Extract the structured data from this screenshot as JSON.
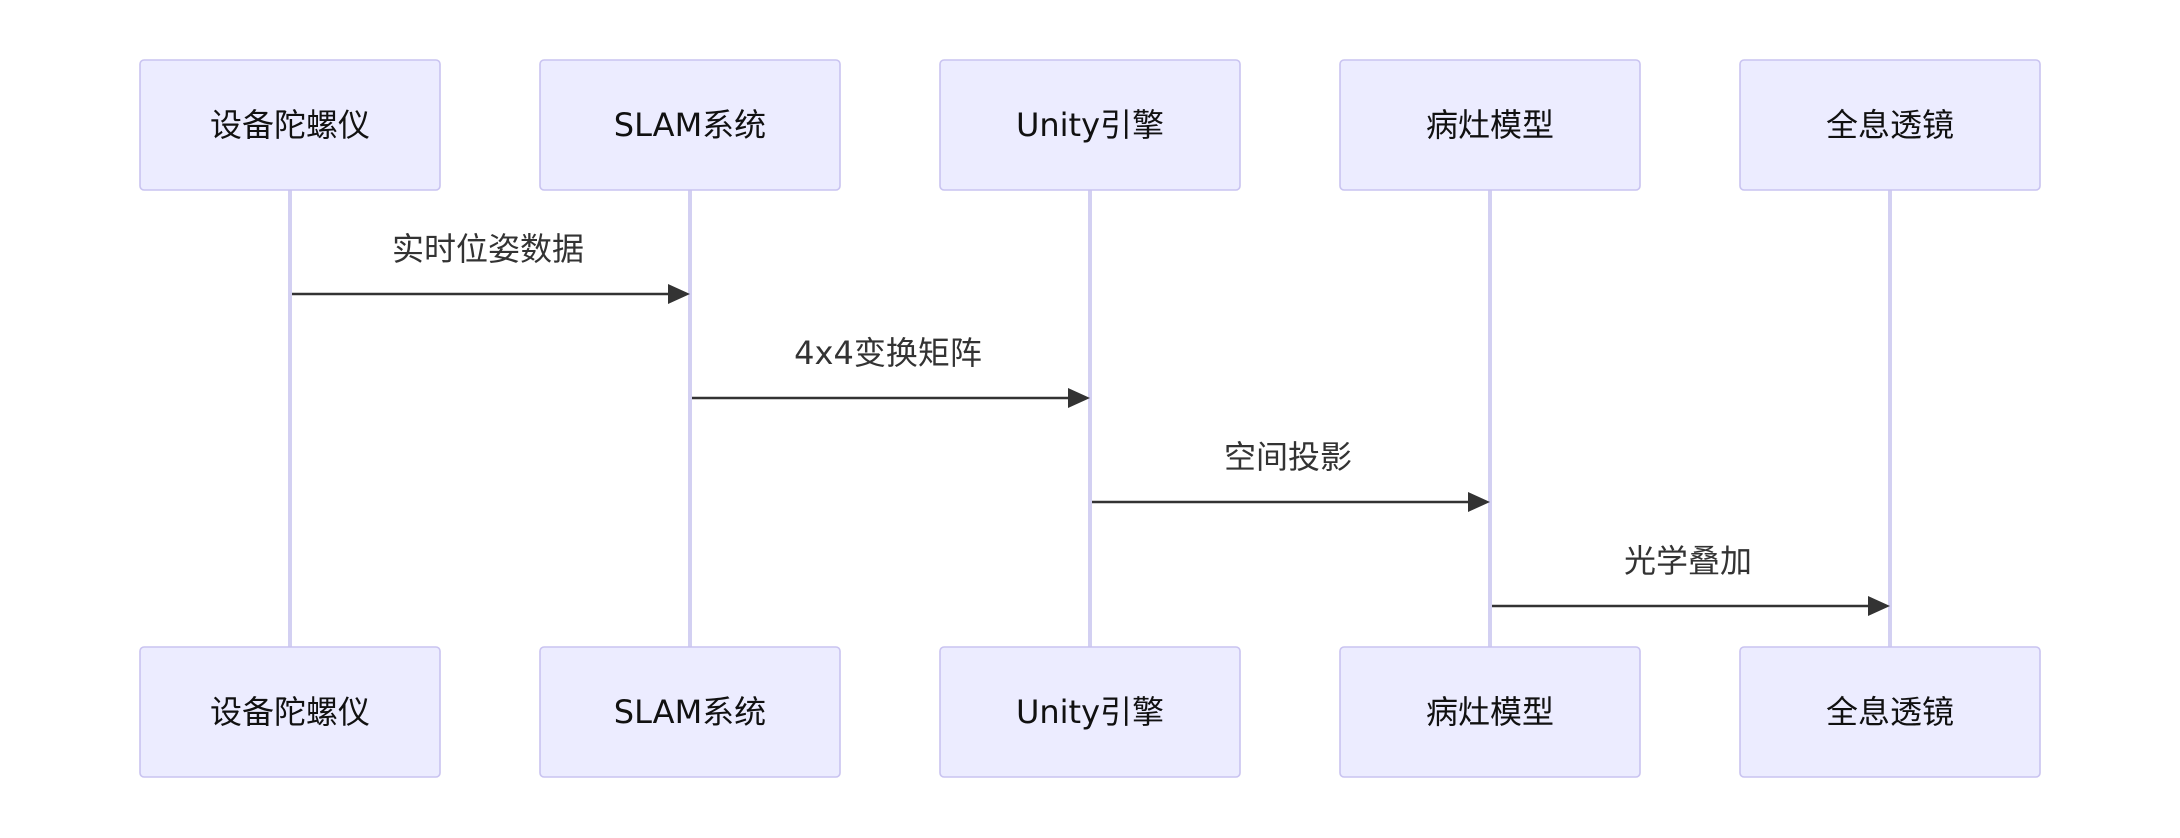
{
  "participants": [
    {
      "id": "gyro",
      "label": "设备陀螺仪"
    },
    {
      "id": "slam",
      "label": "SLAM系统"
    },
    {
      "id": "unity",
      "label": "Unity引擎"
    },
    {
      "id": "lesion",
      "label": "病灶模型"
    },
    {
      "id": "lens",
      "label": "全息透镜"
    }
  ],
  "messages": [
    {
      "from": "gyro",
      "to": "slam",
      "label": "实时位姿数据"
    },
    {
      "from": "slam",
      "to": "unity",
      "label": "4x4变换矩阵"
    },
    {
      "from": "unity",
      "to": "lesion",
      "label": "空间投影"
    },
    {
      "from": "lesion",
      "to": "lens",
      "label": "光学叠加"
    }
  ],
  "colors": {
    "actor_fill": "#ECECFF",
    "actor_border": "#C9C3F0",
    "lifeline": "#D3D0F2",
    "message": "#333333"
  }
}
